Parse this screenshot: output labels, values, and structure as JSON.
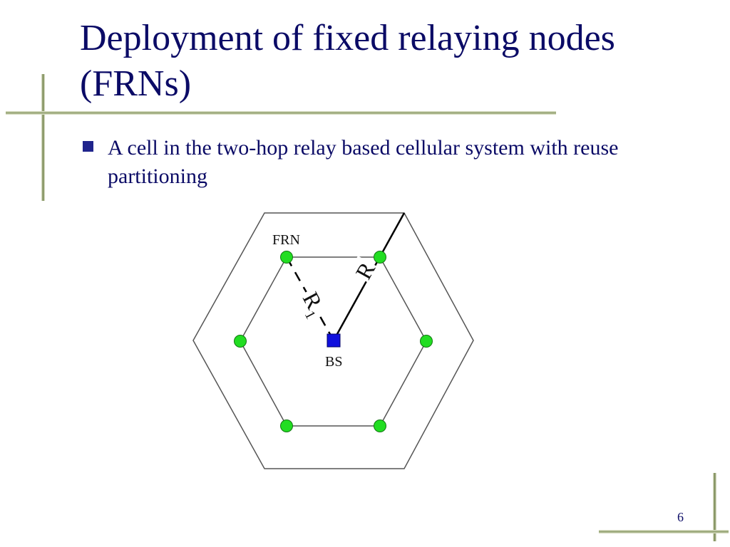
{
  "slide": {
    "title": "Deployment of fixed relaying nodes (FRNs)",
    "bullet": "A cell in the two-hop relay based cellular system with reuse partitioning",
    "page_number": "6"
  },
  "diagram": {
    "frn_label": "FRN",
    "bs_label": "BS",
    "r1_label": "R",
    "r1_subscript": "1",
    "r_label": "R",
    "colors": {
      "frn_fill": "#22dd22",
      "bs_fill": "#1010dd",
      "hexagon_stroke": "#555555",
      "title_color": "#0b0b66"
    }
  }
}
